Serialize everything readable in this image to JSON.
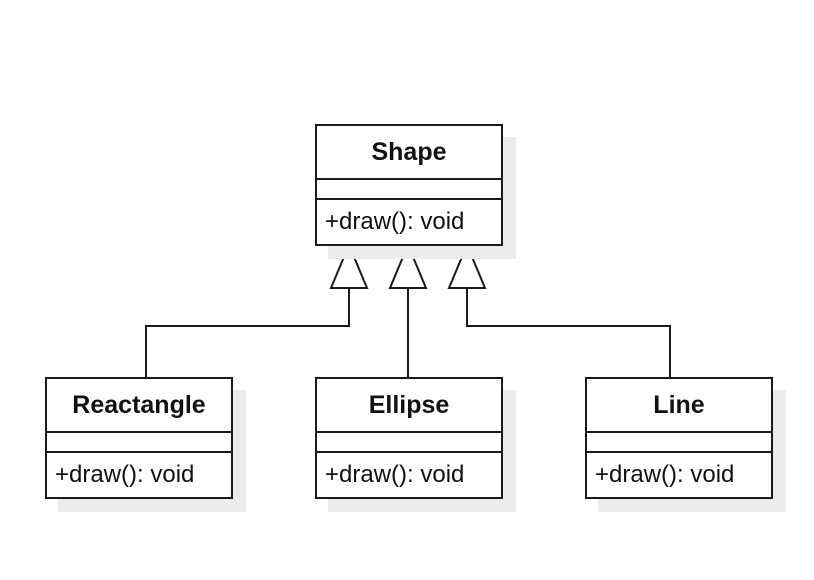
{
  "diagram": {
    "type": "uml-class-diagram",
    "classes": [
      {
        "id": "shape",
        "name": "Shape",
        "attributes": [],
        "methods": [
          "+draw(): void"
        ]
      },
      {
        "id": "rect",
        "name": "Reactangle",
        "attributes": [],
        "methods": [
          "+draw(): void"
        ]
      },
      {
        "id": "ellipse",
        "name": "Ellipse",
        "attributes": [],
        "methods": [
          "+draw(): void"
        ]
      },
      {
        "id": "line",
        "name": "Line",
        "attributes": [],
        "methods": [
          "+draw(): void"
        ]
      }
    ],
    "relations": [
      {
        "type": "generalization",
        "from": "Reactangle",
        "to": "Shape"
      },
      {
        "type": "generalization",
        "from": "Ellipse",
        "to": "Shape"
      },
      {
        "type": "generalization",
        "from": "Line",
        "to": "Shape"
      }
    ],
    "colors": {
      "stroke": "#1a1a1a",
      "fill": "#ffffff",
      "shadow": "#ececec"
    }
  }
}
